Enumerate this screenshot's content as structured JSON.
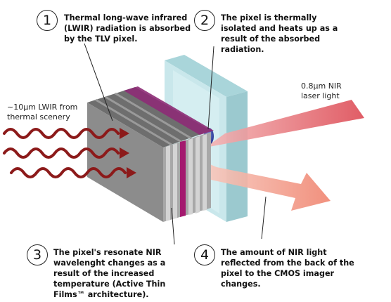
{
  "steps": [
    {
      "number": "1",
      "text": "Thermal long-wave infrared (LWIR) radiation is absorbed by the TLV pixel."
    },
    {
      "number": "2",
      "text": "The pixel is thermally isolated and heats up as a result of the absorbed radiation."
    },
    {
      "number": "3",
      "text": "The pixel's resonate NIR wavelenght changes as a result of the increased temperature (Active Thin Films™ architecture)."
    },
    {
      "number": "4",
      "text": "The amount of NIR light reflected from the back of the pixel to the CMOS imager changes."
    }
  ],
  "labels": {
    "lwir_source": "~10µm LWIR from thermal scenery",
    "nir_laser": "0.8µm NIR laser light"
  },
  "colors": {
    "lwir_wave": "#8c1a1a",
    "nir_beam": "#e0626a",
    "reflected_beam": "#f29a8c",
    "glass": "#bfe3e6",
    "pixel_grey": "#8a8a8a",
    "film_magenta": "#9a1f78"
  }
}
